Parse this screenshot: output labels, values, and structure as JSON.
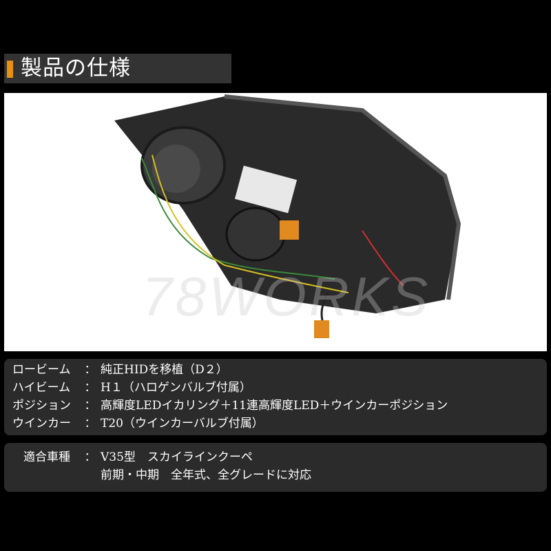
{
  "header": {
    "title": "製品の仕様",
    "accent": "#e8900f"
  },
  "photo": {
    "watermark": "78WORKS"
  },
  "specs": [
    {
      "label": "ロービーム",
      "value": "純正HIDを移植（D２）"
    },
    {
      "label": "ハイビーム",
      "value": "H１（ハロゲンバルブ付属）"
    },
    {
      "label": "ポジション",
      "value": "高輝度LEDイカリング＋11連高輝度LED＋ウインカーポジション"
    },
    {
      "label": "ウインカー",
      "value": "T20（ウインカーバルブ付属）"
    }
  ],
  "separator": "：",
  "compat": {
    "label": "適合車種",
    "line1": "V35型　スカイラインクーペ",
    "line2": "前期・中期　全年式、全グレードに対応"
  }
}
